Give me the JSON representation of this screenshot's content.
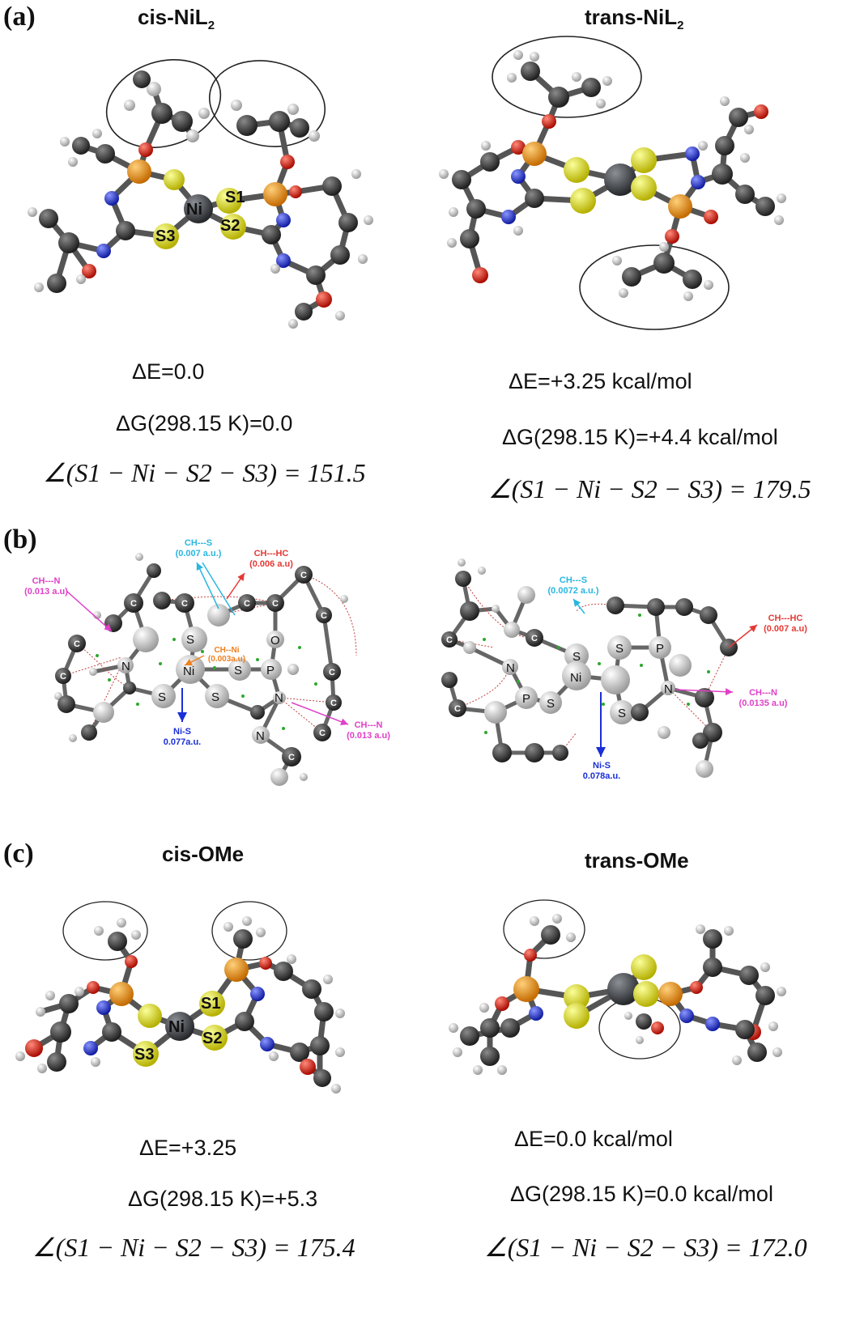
{
  "panels": {
    "a": {
      "label": "(a)",
      "left": {
        "title": "cis-NiL",
        "title_sub": "2",
        "atoms": {
          "s1": "S1",
          "s2": "S2",
          "s3": "S3",
          "ni": "Ni"
        },
        "dE": "ΔE=0.0",
        "dG": "ΔG(298.15 K)=0.0",
        "angle": "∠(S1 − Ni − S2 − S3) = 151.5"
      },
      "right": {
        "title": "trans-NiL",
        "title_sub": "2",
        "dE": "ΔE=+3.25 kcal/mol",
        "dG": "ΔG(298.15 K)=+4.4 kcal/mol",
        "angle": "∠(S1 − Ni − S2 − S3) = 179.5"
      }
    },
    "b": {
      "label": "(b)",
      "left": {
        "atoms": {
          "ni": "Ni",
          "s_a": "S",
          "s_b": "S",
          "s_c": "S",
          "s_d": "S",
          "p": "P",
          "o": "O",
          "n_a": "N",
          "n_b": "N",
          "n_c": "N",
          "c": "C"
        },
        "annotations": {
          "ch_s": {
            "name": "CH---S",
            "value": "(0.007 a.u.)",
            "color": "#29b6e0"
          },
          "ch_hc": {
            "name": "CH---HC",
            "value": "(0.006 a.u)",
            "color": "#e53935"
          },
          "ch_n_left": {
            "name": "CH---N",
            "value": "(0.013 a.u)",
            "color": "#e040c8"
          },
          "ch_ni": {
            "name": "CH--Ni",
            "value": "(0.003a.u)",
            "color": "#f08020"
          },
          "ni_s": {
            "name": "Ni-S",
            "value": "0.077a.u.",
            "color": "#1a2fd6"
          },
          "ch_n_right": {
            "name": "CH---N",
            "value": "(0.013 a.u)",
            "color": "#e040c8"
          }
        }
      },
      "right": {
        "atoms": {
          "ni": "Ni",
          "s_a": "S",
          "s_b": "S",
          "s_c": "S",
          "s_d": "S",
          "p_a": "P",
          "p_b": "P",
          "n_a": "N",
          "n_b": "N",
          "c": "C"
        },
        "annotations": {
          "ch_s": {
            "name": "CH---S",
            "value": "(0.0072 a.u.)",
            "color": "#29b6e0"
          },
          "ch_hc": {
            "name": "CH---HC",
            "value": "(0.007 a.u)",
            "color": "#e53935"
          },
          "ch_n": {
            "name": "CH---N",
            "value": "(0.0135 a.u)",
            "color": "#e040c8"
          },
          "ni_s": {
            "name": "Ni-S",
            "value": "0.078a.u.",
            "color": "#1a2fd6"
          }
        }
      }
    },
    "c": {
      "label": "(c)",
      "left": {
        "title": "cis-OMe",
        "atoms": {
          "s1": "S1",
          "s2": "S2",
          "s3": "S3",
          "ni": "Ni"
        },
        "dE": "ΔE=+3.25",
        "dG": "ΔG(298.15 K)=+5.3",
        "angle": "∠(S1 − Ni − S2 − S3) = 175.4"
      },
      "right": {
        "title": "trans-OMe",
        "dE": "ΔE=0.0 kcal/mol",
        "dG": "ΔG(298.15 K)=0.0 kcal/mol",
        "angle": "∠(S1 − Ni − S2 − S3) = 172.0"
      }
    }
  },
  "colors": {
    "carbon": "#3a3a3a",
    "hydrogen": "#e8e8e8",
    "sulfur": "#e6e62a",
    "phosphorus": "#e8900f",
    "oxygen": "#e0180c",
    "nitrogen": "#2234e0",
    "nickel": "#4a4d52",
    "qtaim_atom": "#d8d8d8",
    "bcp": "#2ea82e"
  }
}
